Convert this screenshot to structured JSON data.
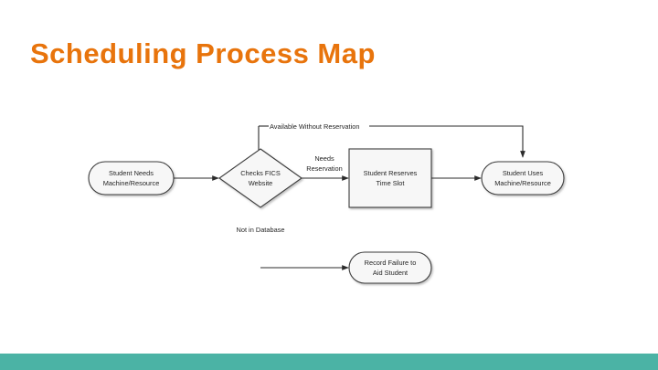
{
  "slide": {
    "title": "Scheduling Process Map",
    "title_color": "#E8740C",
    "background_color": "#FFFFFF",
    "footer_color": "#4BB3A5"
  },
  "diagram": {
    "type": "flowchart",
    "nodes": [
      {
        "id": "student-needs",
        "shape": "terminator",
        "lines": [
          "Student Needs",
          "Machine/Resource"
        ]
      },
      {
        "id": "checks-fics",
        "shape": "decision",
        "lines": [
          "Checks FICS",
          "Website"
        ]
      },
      {
        "id": "student-reserves",
        "shape": "process",
        "lines": [
          "Student Reserves",
          "Time Slot"
        ]
      },
      {
        "id": "student-uses",
        "shape": "terminator",
        "lines": [
          "Student Uses",
          "Machine/Resource"
        ]
      },
      {
        "id": "record-failure",
        "shape": "terminator",
        "lines": [
          "Record Failure to",
          "Aid Student"
        ]
      }
    ],
    "edges": [
      {
        "id": "needs-to-checks",
        "from": "student-needs",
        "to": "checks-fics",
        "label": ""
      },
      {
        "id": "checks-to-reserves",
        "from": "checks-fics",
        "to": "student-reserves",
        "label_lines": [
          "Needs",
          "Reservation"
        ]
      },
      {
        "id": "reserves-to-uses",
        "from": "student-reserves",
        "to": "student-uses",
        "label": ""
      },
      {
        "id": "checks-to-uses-direct",
        "from": "checks-fics",
        "to": "student-uses",
        "label": "Available Without Reservation"
      },
      {
        "id": "checks-to-record-failure",
        "from": "checks-fics",
        "to": "record-failure",
        "label": "Not in Database"
      }
    ]
  }
}
